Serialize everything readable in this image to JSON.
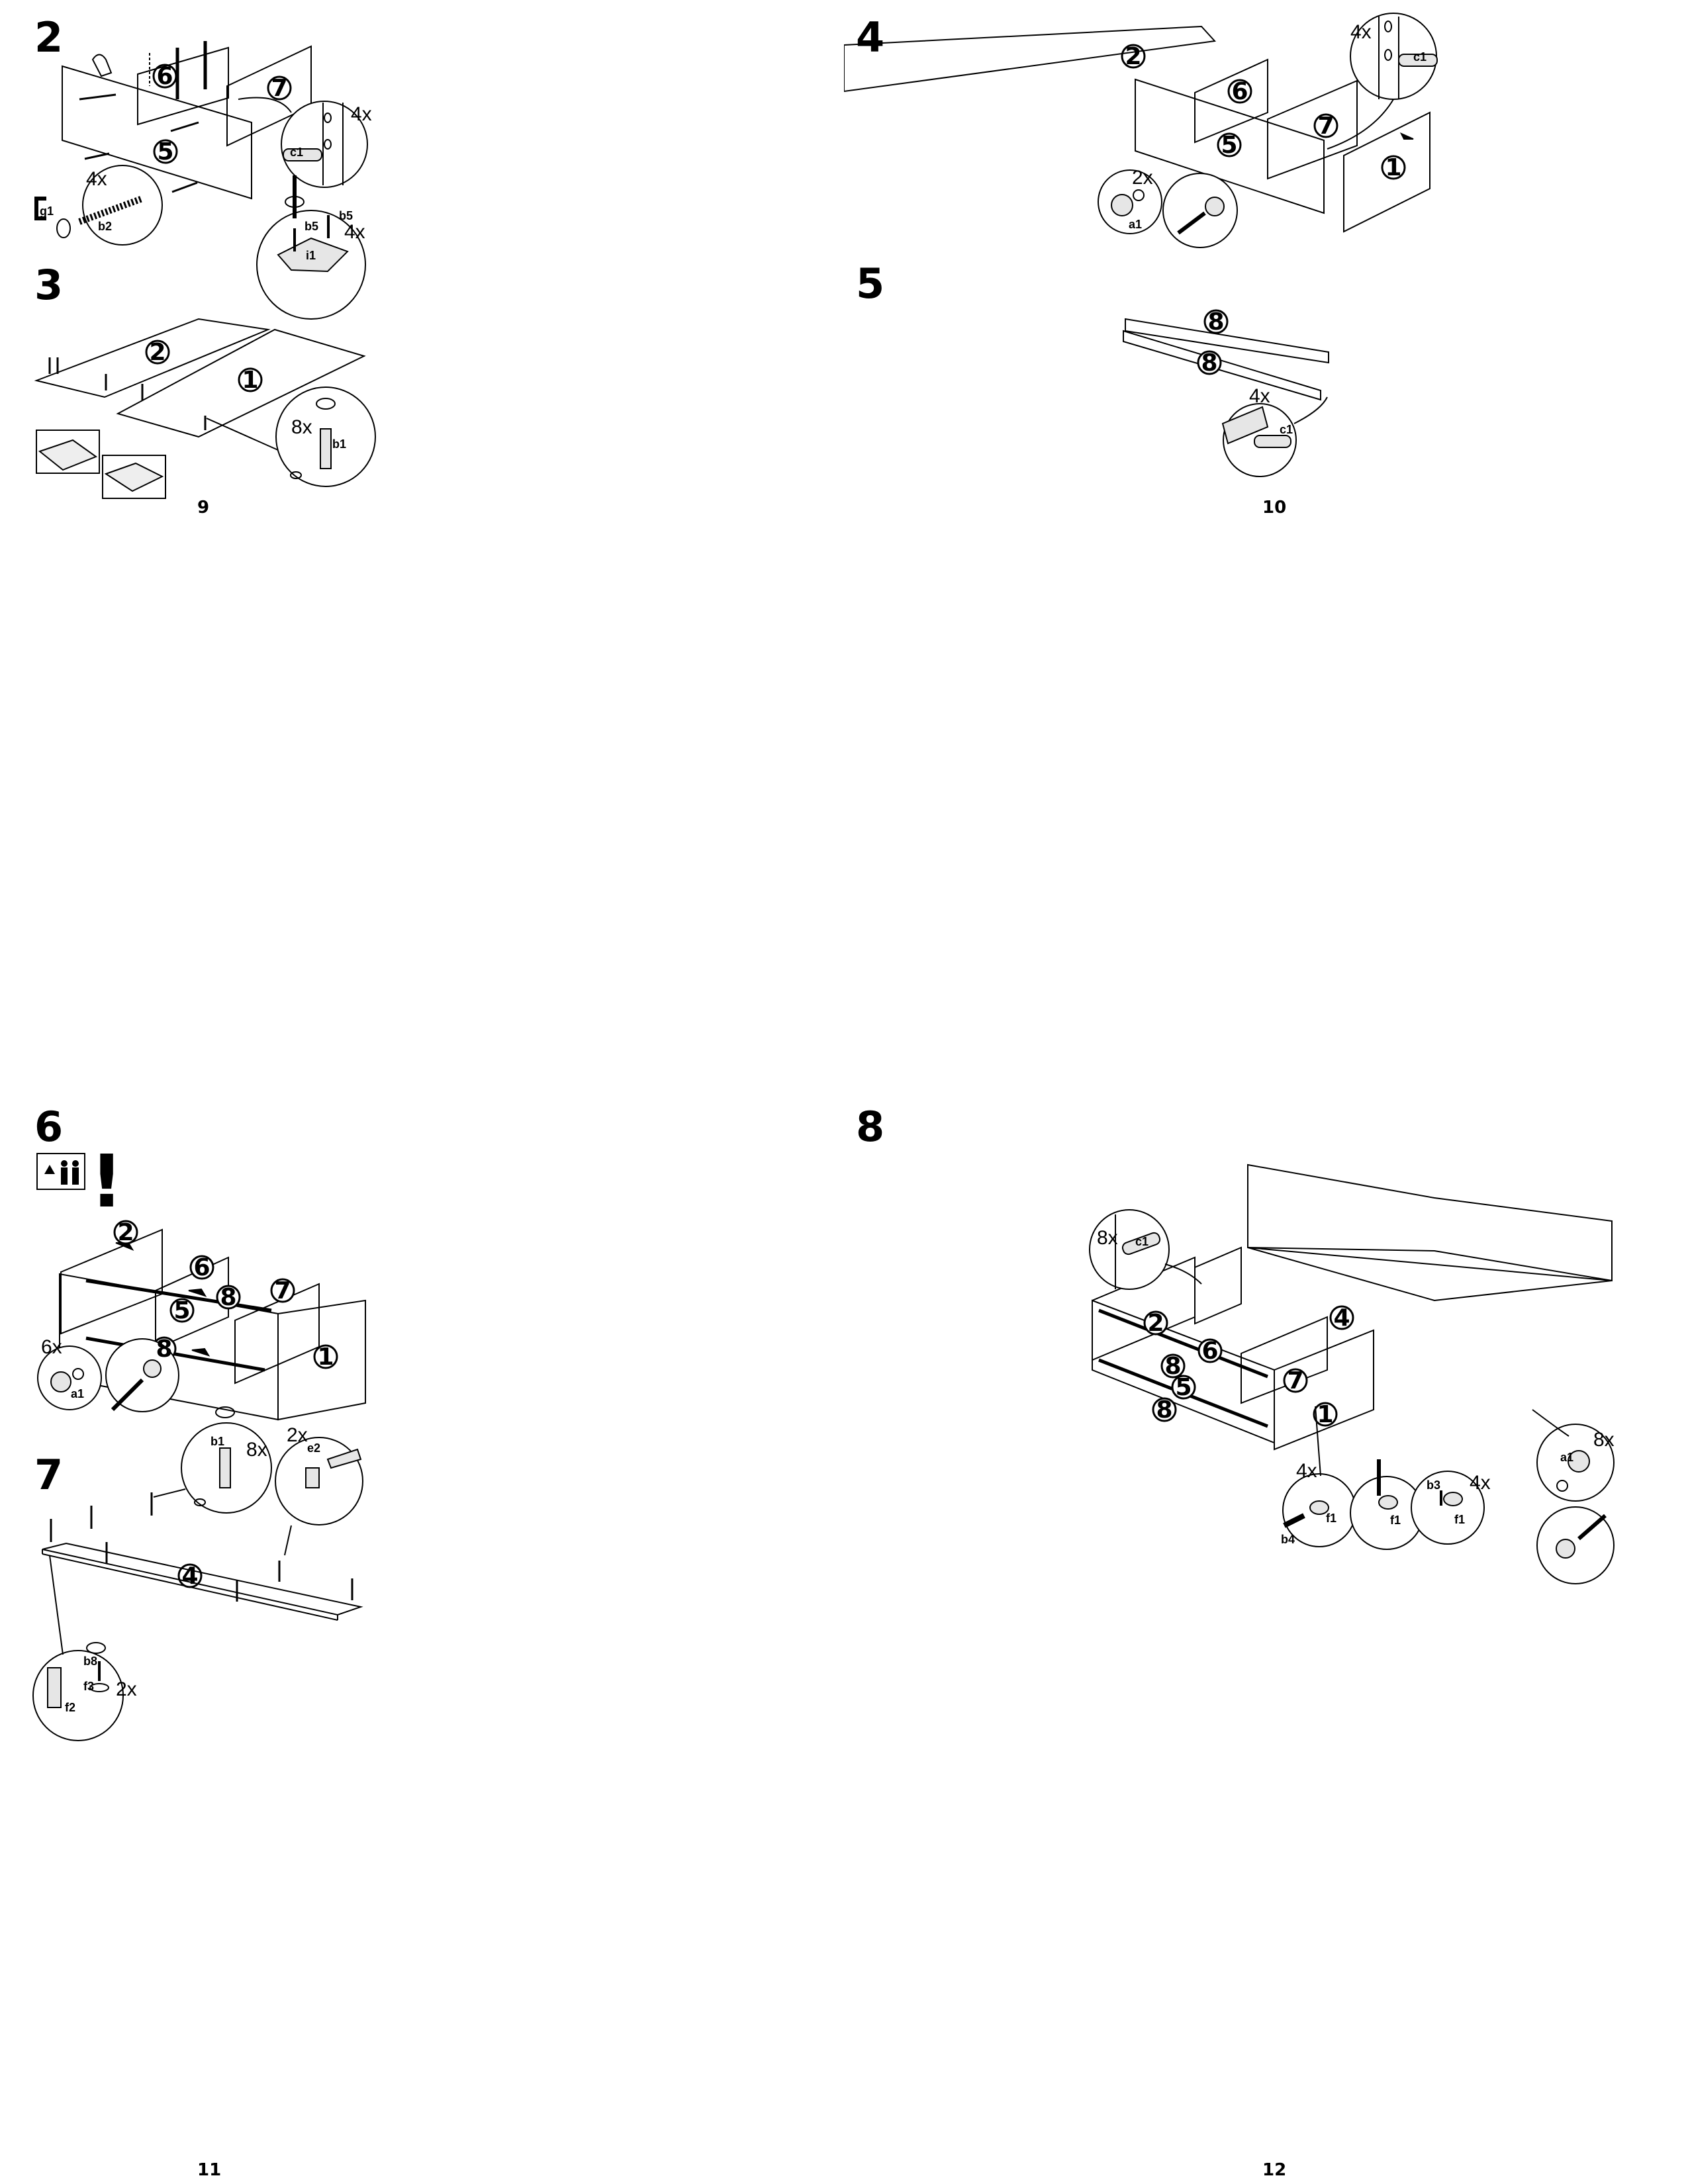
{
  "pages": [
    {
      "page_number": "9",
      "steps": [
        {
          "number": "2",
          "parts": [
            "6",
            "7",
            "5"
          ],
          "quantities": [
            "4x",
            "4x"
          ],
          "labels": [
            "c1",
            "g1",
            "b2"
          ]
        },
        {
          "number": "3",
          "parts": [
            "2",
            "1"
          ],
          "quantities": [
            "4x",
            "8x"
          ],
          "labels": [
            "b5",
            "b5",
            "i1",
            "b1"
          ]
        }
      ]
    },
    {
      "page_number": "10",
      "steps": [
        {
          "number": "4",
          "parts": [
            "2",
            "6",
            "7",
            "5",
            "1"
          ],
          "quantities": [
            "4x",
            "2x"
          ],
          "labels": [
            "c1",
            "a1"
          ]
        },
        {
          "number": "5",
          "parts": [
            "8",
            "8"
          ],
          "quantities": [
            "4x"
          ],
          "labels": [
            "c1"
          ]
        }
      ]
    },
    {
      "page_number": "11",
      "steps": [
        {
          "number": "6",
          "parts": [
            "2",
            "6",
            "8",
            "7",
            "5",
            "8",
            "1"
          ],
          "quantities": [
            "6x"
          ],
          "labels": [
            "a1"
          ]
        },
        {
          "number": "7",
          "parts": [
            "4"
          ],
          "quantities": [
            "8x",
            "2x",
            "2x"
          ],
          "labels": [
            "b1",
            "e2",
            "b8",
            "f3",
            "f2"
          ]
        }
      ]
    },
    {
      "page_number": "12",
      "steps": [
        {
          "number": "8",
          "parts": [
            "2",
            "4",
            "6",
            "8",
            "5",
            "7",
            "8",
            "1"
          ],
          "quantities": [
            "8x",
            "8x",
            "4x",
            "4x"
          ],
          "labels": [
            "c1",
            "a1",
            "b4",
            "f1",
            "f1",
            "b3",
            "f1"
          ]
        }
      ]
    }
  ],
  "icons": [
    "two-person-warning-icon",
    "exclamation-icon",
    "screwdriver-icon",
    "hammer-icon",
    "allen-key-icon",
    "hand-icon"
  ],
  "colors": {
    "ink": "#000000",
    "paper": "#ffffff",
    "shade": "#d8d8d8"
  }
}
